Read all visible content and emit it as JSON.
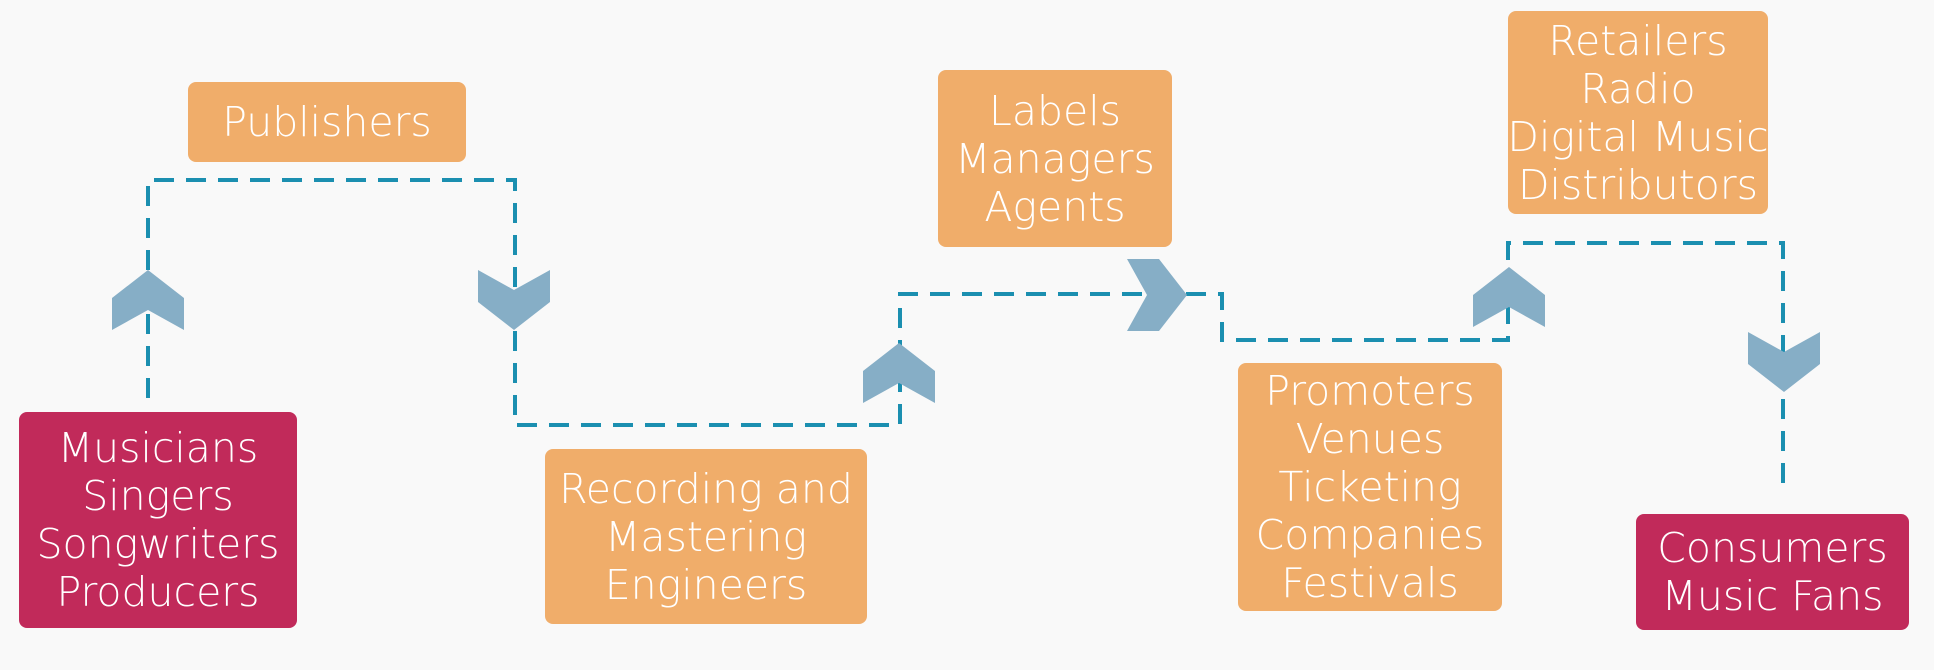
{
  "colors": {
    "origin_box": "#c12a5a",
    "intermediary_box": "#f0ad6a",
    "connector": "#1b8fb0",
    "arrow": "#86aec6",
    "background": "#f9f9f9"
  },
  "nodes": {
    "musicians": {
      "lines": [
        "Musicians",
        "Singers",
        "Songwriters",
        "Producers"
      ]
    },
    "publishers": {
      "lines": [
        "Publishers"
      ]
    },
    "recording": {
      "lines": [
        "Recording and",
        "Mastering",
        "Engineers"
      ]
    },
    "labels": {
      "lines": [
        "Labels",
        "Managers",
        "Agents"
      ]
    },
    "promoters": {
      "lines": [
        "Promoters",
        "Venues",
        "Ticketing",
        "Companies",
        "Festivals"
      ]
    },
    "retailers": {
      "lines": [
        "Retailers",
        "Radio",
        "Digital Music",
        "Distributors"
      ]
    },
    "consumers": {
      "lines": [
        "Consumers",
        "Music Fans"
      ]
    }
  },
  "arrows": [
    {
      "name": "arrow-up-1-icon",
      "direction": "up"
    },
    {
      "name": "arrow-down-1-icon",
      "direction": "down"
    },
    {
      "name": "arrow-up-2-icon",
      "direction": "up"
    },
    {
      "name": "arrow-right-icon",
      "direction": "right"
    },
    {
      "name": "arrow-up-3-icon",
      "direction": "up"
    },
    {
      "name": "arrow-down-2-icon",
      "direction": "down"
    }
  ]
}
